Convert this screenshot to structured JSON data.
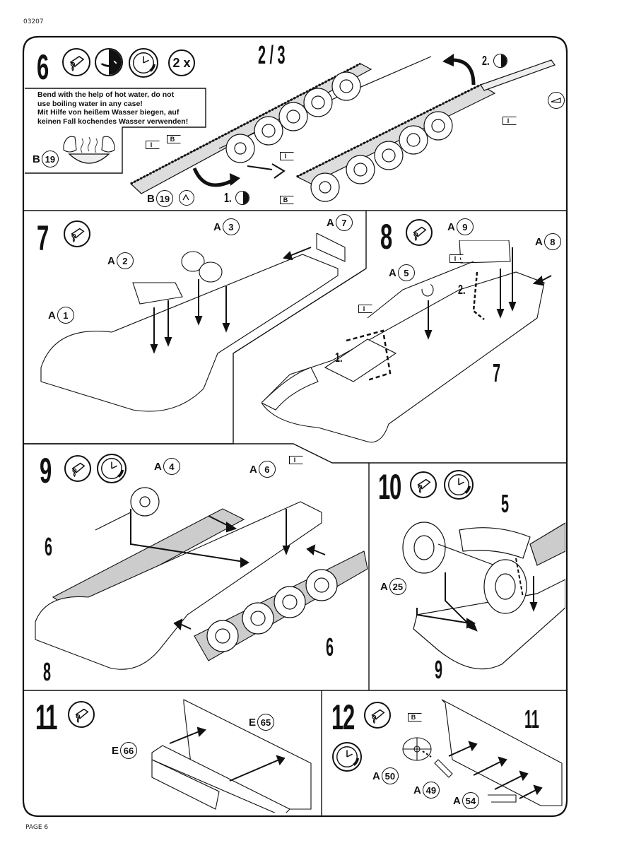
{
  "header": {
    "doc_code": "03207"
  },
  "footer": {
    "page_label": "PAGE 6"
  },
  "steps": [
    {
      "number": "6",
      "icons": [
        "glue-icon",
        "bend-track-icon",
        "clock-drying-icon"
      ],
      "multiplier": "2 x",
      "note": {
        "en_line1": "Bend with the help of hot water, do not",
        "en_line2": "use boiling water in any case!",
        "de_line1": "Mit Hilfe von heißem Wasser biegen, auf",
        "de_line2": "keinen Fall kochendes Wasser verwenden!"
      },
      "refs": {
        "assembly": "2 / 3",
        "part_b19_a": {
          "sprue": "B",
          "part": "19"
        },
        "part_b19_b": {
          "sprue": "B",
          "part": "19"
        },
        "flag_i": "I",
        "flag_b": "B",
        "sub_step_1": "1.",
        "sub_step_2": "2."
      }
    },
    {
      "number": "7",
      "icons": [
        "glue-icon"
      ],
      "parts": [
        {
          "sprue": "A",
          "part": "1"
        },
        {
          "sprue": "A",
          "part": "2"
        },
        {
          "sprue": "A",
          "part": "3"
        },
        {
          "sprue": "A",
          "part": "7"
        }
      ]
    },
    {
      "number": "8",
      "icons": [
        "glue-icon"
      ],
      "parts": [
        {
          "sprue": "A",
          "part": "9"
        },
        {
          "sprue": "A",
          "part": "8"
        },
        {
          "sprue": "A",
          "part": "5"
        }
      ],
      "flag_i": "I",
      "sub_step_1": "1.",
      "sub_step_2": "2.",
      "assembly_ref": "7"
    },
    {
      "number": "9",
      "icons": [
        "glue-icon",
        "clock-drying-icon"
      ],
      "parts": [
        {
          "sprue": "A",
          "part": "4"
        },
        {
          "sprue": "A",
          "part": "6"
        }
      ],
      "flag_i": "I",
      "assembly_refs": [
        "6",
        "6",
        "8"
      ]
    },
    {
      "number": "10",
      "icons": [
        "glue-icon",
        "clock-drying-icon"
      ],
      "parts": [
        {
          "sprue": "A",
          "part": "25"
        }
      ],
      "assembly_refs": [
        "5",
        "9"
      ]
    },
    {
      "number": "11",
      "icons": [
        "glue-icon"
      ],
      "parts": [
        {
          "sprue": "E",
          "part": "65"
        },
        {
          "sprue": "E",
          "part": "66"
        }
      ]
    },
    {
      "number": "12",
      "icons": [
        "glue-icon",
        "clock-drying-icon"
      ],
      "parts": [
        {
          "sprue": "A",
          "part": "50"
        },
        {
          "sprue": "A",
          "part": "49"
        },
        {
          "sprue": "A",
          "part": "54"
        }
      ],
      "flag_b": "B",
      "assembly_ref": "11"
    }
  ],
  "colors": {
    "ink": "#111111",
    "paper": "#ffffff"
  }
}
